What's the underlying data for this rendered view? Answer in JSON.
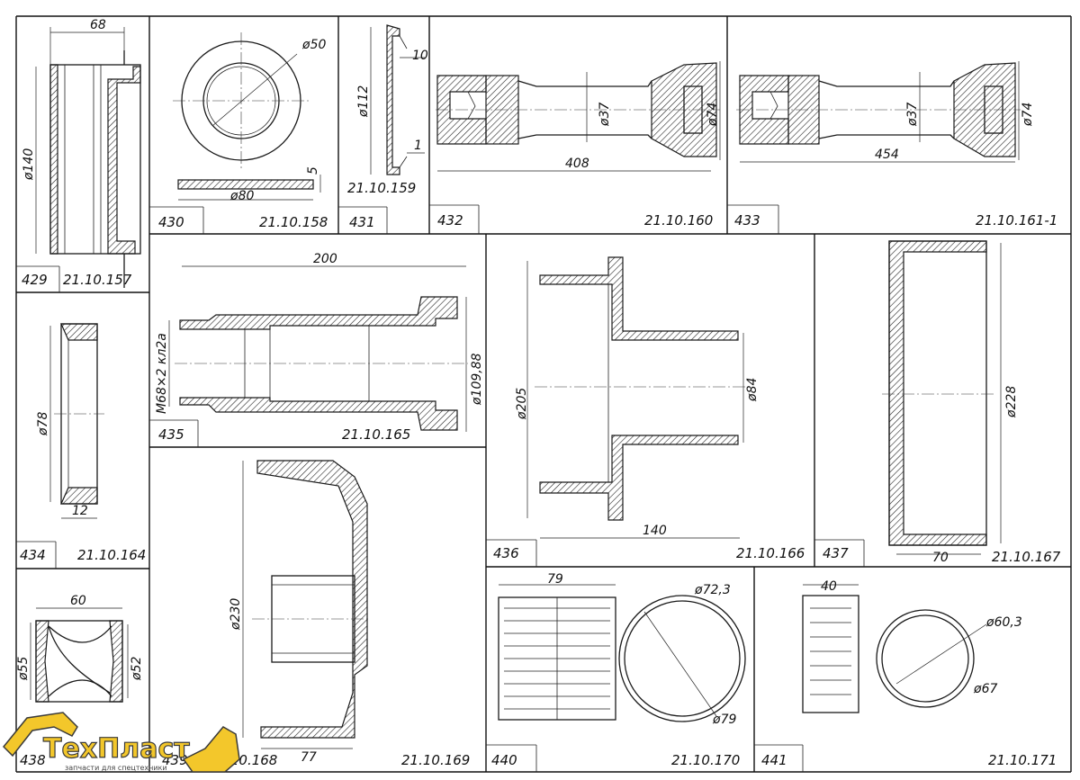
{
  "panels": [
    {
      "num": "429",
      "code": "21.10.157",
      "dims": [
        "68",
        "ø140"
      ]
    },
    {
      "num": "430",
      "code": "21.10.158",
      "dims": [
        "ø50",
        "ø80",
        "5"
      ]
    },
    {
      "num": "431",
      "code": "21.10.159",
      "dims": [
        "ø112",
        "10",
        "1"
      ]
    },
    {
      "num": "432",
      "code": "21.10.160",
      "dims": [
        "ø37",
        "ø74",
        "408"
      ]
    },
    {
      "num": "433",
      "code": "21.10.161-1",
      "dims": [
        "ø37",
        "ø74",
        "454"
      ]
    },
    {
      "num": "434",
      "code": "21.10.164",
      "dims": [
        "ø78",
        "12"
      ]
    },
    {
      "num": "435",
      "code": "21.10.165",
      "dims": [
        "200",
        "M68×2 кл2а",
        "ø109,88"
      ]
    },
    {
      "num": "436",
      "code": "21.10.166",
      "dims": [
        "ø205",
        "ø84",
        "140"
      ]
    },
    {
      "num": "437",
      "code": "21.10.167",
      "dims": [
        "ø228",
        "70"
      ]
    },
    {
      "num": "438",
      "code": "21.10.168",
      "dims": [
        "60",
        "ø55",
        "ø52"
      ]
    },
    {
      "num": "439",
      "code": "21.10.169",
      "dims": [
        "ø230",
        "77"
      ]
    },
    {
      "num": "440",
      "code": "21.10.170",
      "dims": [
        "79",
        "ø72,3",
        "ø79"
      ]
    },
    {
      "num": "441",
      "code": "21.10.171",
      "dims": [
        "40",
        "ø60,3",
        "ø67"
      ]
    }
  ],
  "logo": {
    "name": "ТехПласт",
    "tagline": "запчасти для спецтехники",
    "color_primary": "#f3c72b",
    "color_outline": "#3a3a3a"
  }
}
